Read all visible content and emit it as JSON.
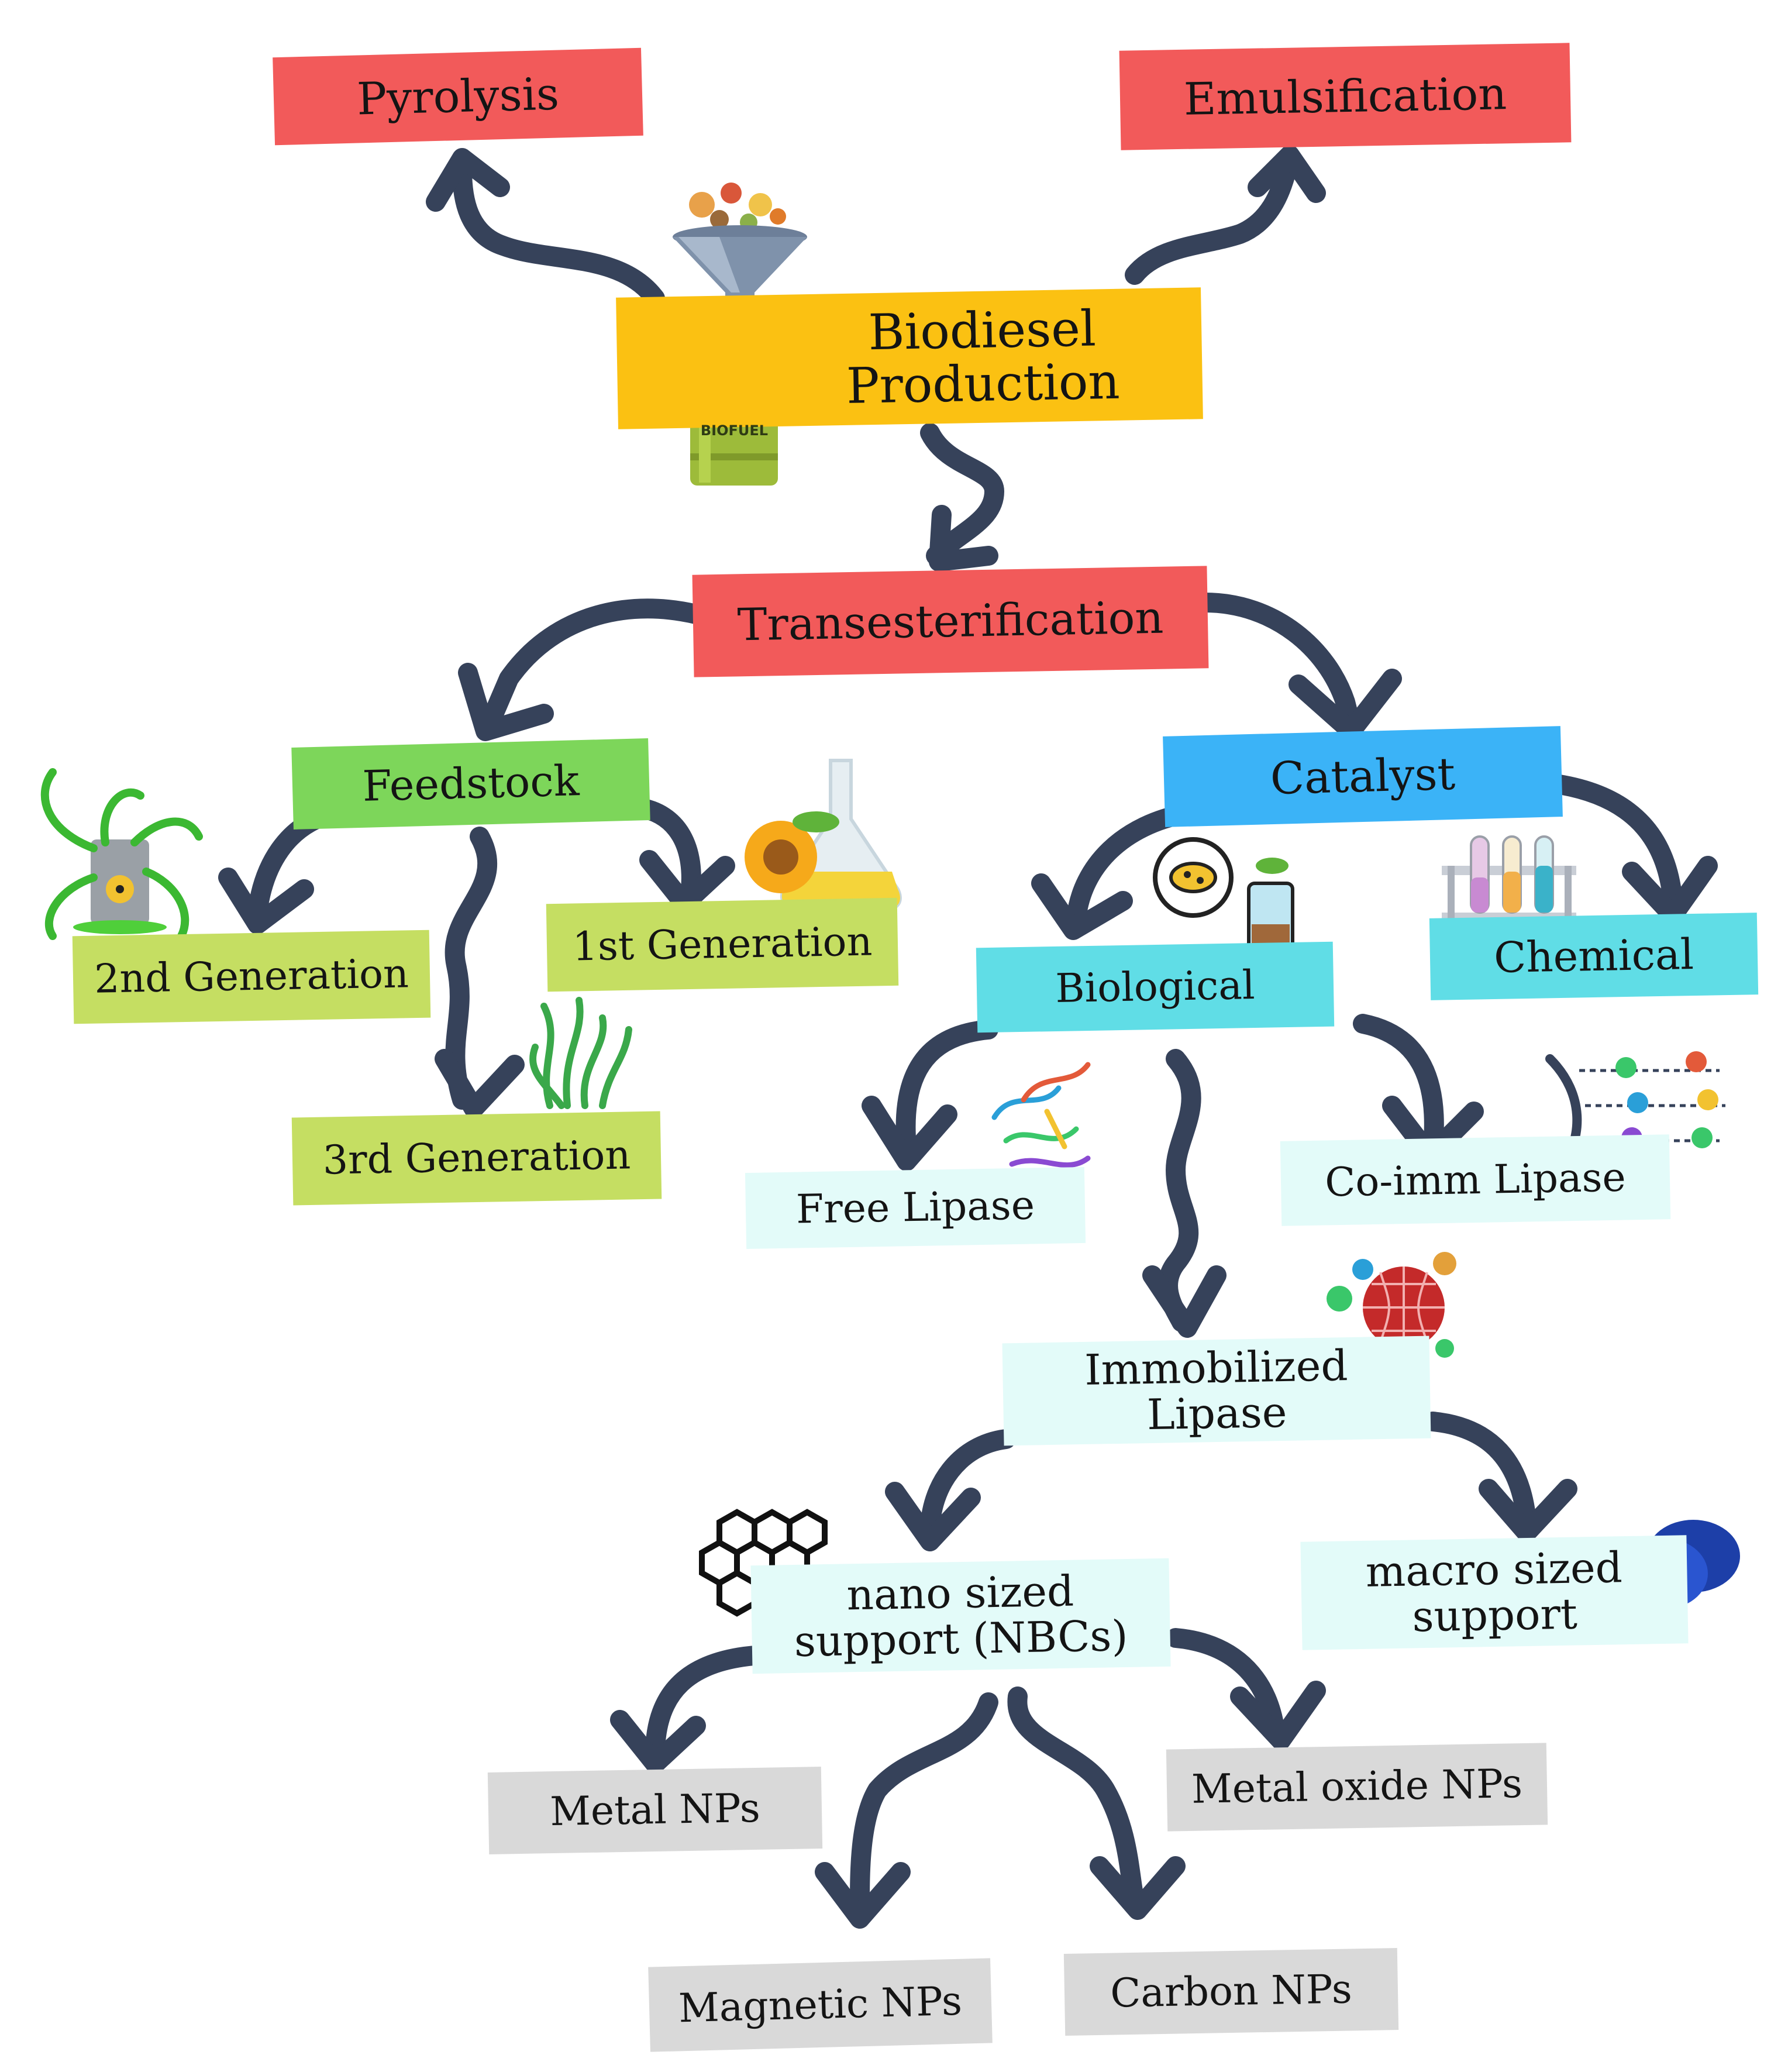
{
  "nodes": {
    "pyrolysis": "Pyrolysis",
    "emulsification": "Emulsification",
    "biodiesel_line1": "Biodiesel",
    "biodiesel_line2": "Production",
    "transesterification": "Transesterification",
    "feedstock": "Feedstock",
    "catalyst": "Catalyst",
    "gen2": "2nd Generation",
    "gen1": "1st Generation",
    "gen3": "3rd Generation",
    "biological": "Biological",
    "chemical": "Chemical",
    "free_lipase": "Free Lipase",
    "coimm_lipase": "Co-imm Lipase",
    "immobilized_line1": "Immobilized",
    "immobilized_line2": "Lipase",
    "nano_line1": "nano sized",
    "nano_line2": "support (NBCs)",
    "macro_line1": "macro sized",
    "macro_line2": "support",
    "metal_nps": "Metal NPs",
    "metal_oxide_nps": "Metal oxide NPs",
    "magnetic_nps": "Magnetic NPs",
    "carbon_nps": "Carbon NPs"
  },
  "icons": {
    "barrel_label": "BIOFUEL"
  },
  "colors": {
    "arrow": "#36425a",
    "red": "#f25a5a",
    "yellow": "#fbc112",
    "green": "#7dd65a",
    "blue": "#3bb3f7",
    "cyan": "#60dde6",
    "lime": "#c5de62",
    "pale": "#e3fbf9",
    "grey": "#d9d9d9"
  }
}
